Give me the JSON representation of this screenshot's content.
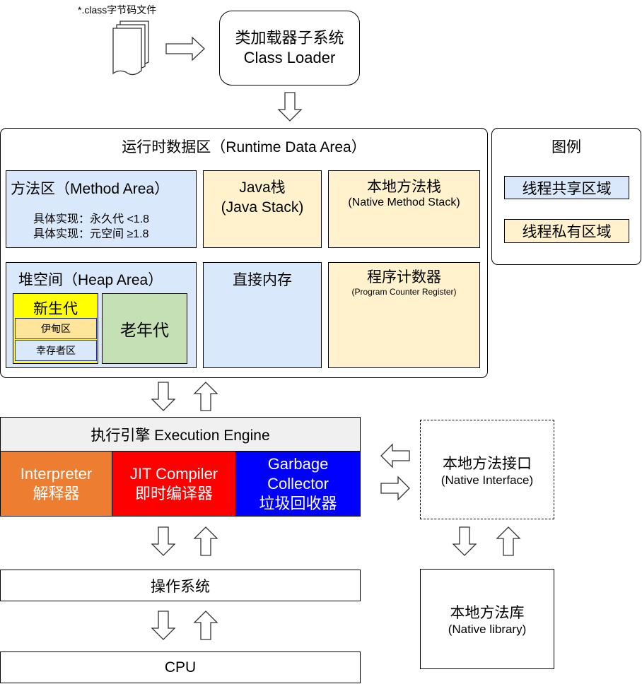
{
  "source": {
    "caption": "*.class字节码文件"
  },
  "class_loader": {
    "line1": "类加载器子系统",
    "line2": "Class Loader"
  },
  "runtime": {
    "title": "运行时数据区（Runtime Data Area）",
    "method_area": {
      "title": "方法区（Method Area）",
      "impl1": "具体实现：永久代 <1.8",
      "impl2": "具体实现：元空间 ≥1.8"
    },
    "java_stack": {
      "line1": "Java栈",
      "line2": "(Java Stack)"
    },
    "native_stack": {
      "line1": "本地方法栈",
      "line2": "(Native Method Stack)"
    },
    "heap": {
      "title": "堆空间（Heap Area）",
      "young": "新生代",
      "eden": "伊甸区",
      "survivor": "幸存者区",
      "old": "老年代"
    },
    "direct_memory": "直接内存",
    "pc": {
      "line1": "程序计数器",
      "line2": "(Program Counter Register)"
    }
  },
  "legend": {
    "title": "图例",
    "shared": "线程共享区域",
    "private": "线程私有区域"
  },
  "engine": {
    "title": "执行引擎 Execution Engine",
    "interpreter": {
      "line1": "Interpreter",
      "line2": "解释器"
    },
    "jit": {
      "line1": "JIT Compiler",
      "line2": "即时编译器"
    },
    "gc": {
      "line1": "Garbage",
      "line2": "Collector",
      "line3": "垃圾回收器"
    }
  },
  "native_interface": {
    "line1": "本地方法接口",
    "line2": "(Native Interface)"
  },
  "native_library": {
    "line1": "本地方法库",
    "line2": "(Native library)"
  },
  "os": "操作系统",
  "cpu": "CPU",
  "colors": {
    "shared": "#dae8fc",
    "private": "#fff2cc",
    "young": "#ffff00",
    "eden": "#ffe599",
    "old": "#c5e0b4",
    "interpreter": "#ed7d31",
    "jit": "#ff0000",
    "gc": "#0000ff",
    "engine_header": "#f0f0f0"
  }
}
